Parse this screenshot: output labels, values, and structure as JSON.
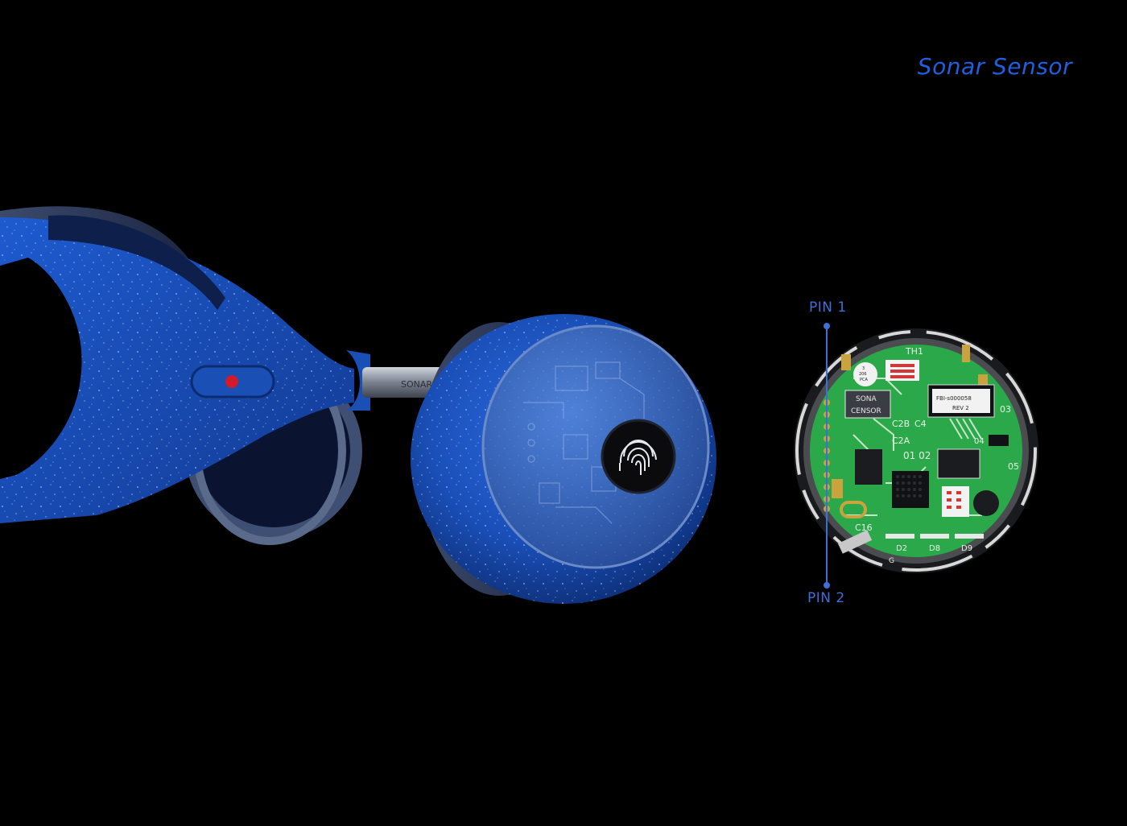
{
  "title": "Sonar Sensor",
  "colors": {
    "background": "#000000",
    "accent": "#1f5fe0",
    "headset": "#1d55c4",
    "pcb": "#2aa84a"
  },
  "pins": {
    "pin1": "PIN 1",
    "pin2": "PIN 2"
  },
  "pcb": {
    "th1": "TH1",
    "chip_label_1": "SONA",
    "chip_label_2": "CENSOR",
    "part_number": "FBI-s000058",
    "revision": "REV 2",
    "c2b": "C2B",
    "c4": "C4",
    "c2a": "C2A",
    "q1q2": "01 02",
    "o3": "03",
    "o4": "04",
    "o5": "05",
    "c16": "C16",
    "d2": "D2",
    "d8": "D8",
    "d9": "D9",
    "g": "G",
    "cap_text_1": "3",
    "cap_text_2": "206",
    "cap_text_3": "PCA"
  },
  "headset": {
    "rod_text": "SONAR"
  }
}
